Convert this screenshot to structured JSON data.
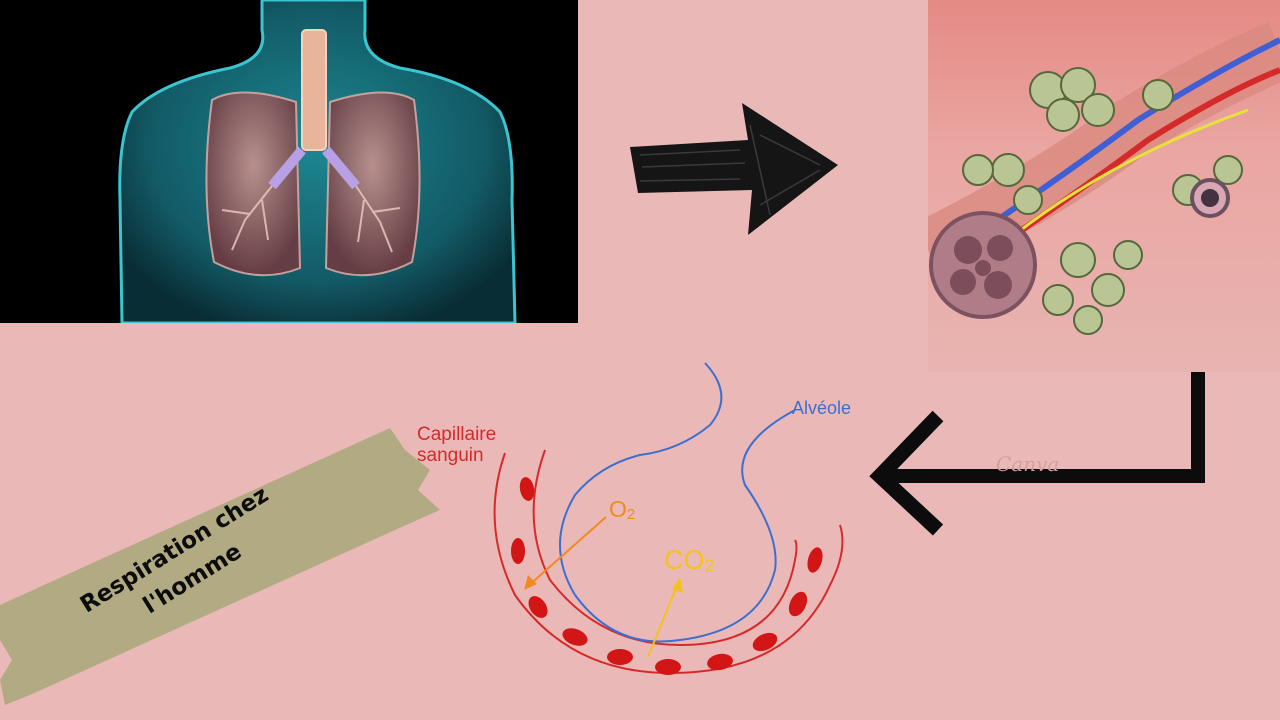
{
  "title": {
    "line1": "Respiration chez",
    "line2": "l'homme"
  },
  "diagram": {
    "capillary_label_line1": "Capillaire",
    "capillary_label_line2": "sanguin",
    "alveole_label": "Alvéole",
    "o2_main": "O",
    "o2_sub": "2",
    "co2_main": "CO",
    "co2_sub": "2"
  },
  "watermark": "Canva",
  "colors": {
    "background": "#eab9b7",
    "capillary": "#d62a2a",
    "alveole": "#3c6fd0",
    "o2": "#f08a20",
    "co2": "#f4c21c",
    "banner": "#b1aa82"
  }
}
